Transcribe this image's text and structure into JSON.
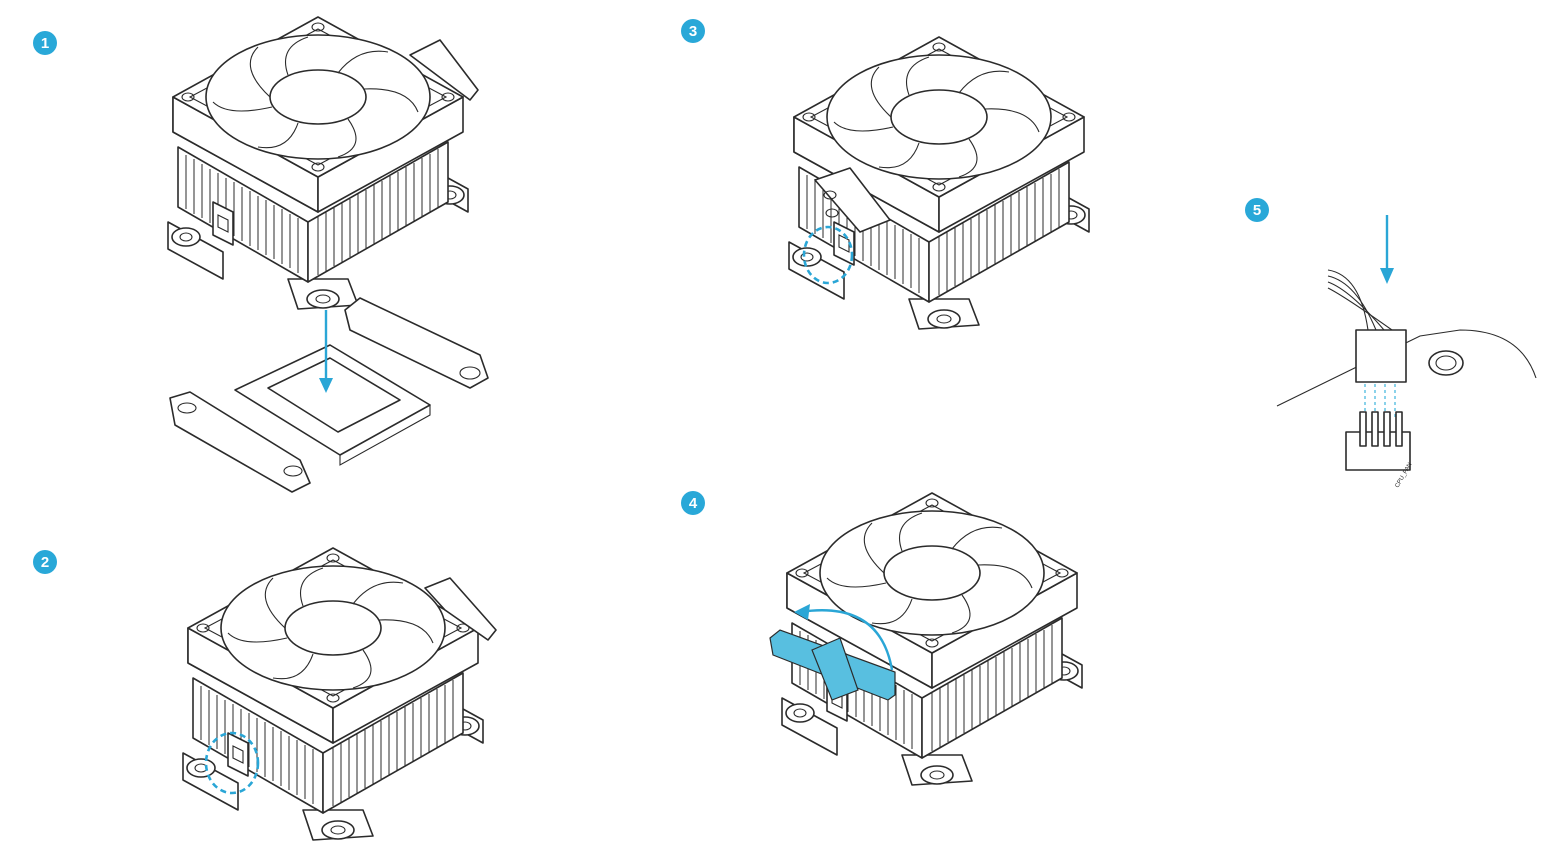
{
  "steps": [
    {
      "number": "1"
    },
    {
      "number": "2"
    },
    {
      "number": "3"
    },
    {
      "number": "4"
    },
    {
      "number": "5"
    }
  ],
  "header_label": "CPU_FAN",
  "colors": {
    "accent": "#29a8d8",
    "line": "#2b2b2b"
  }
}
